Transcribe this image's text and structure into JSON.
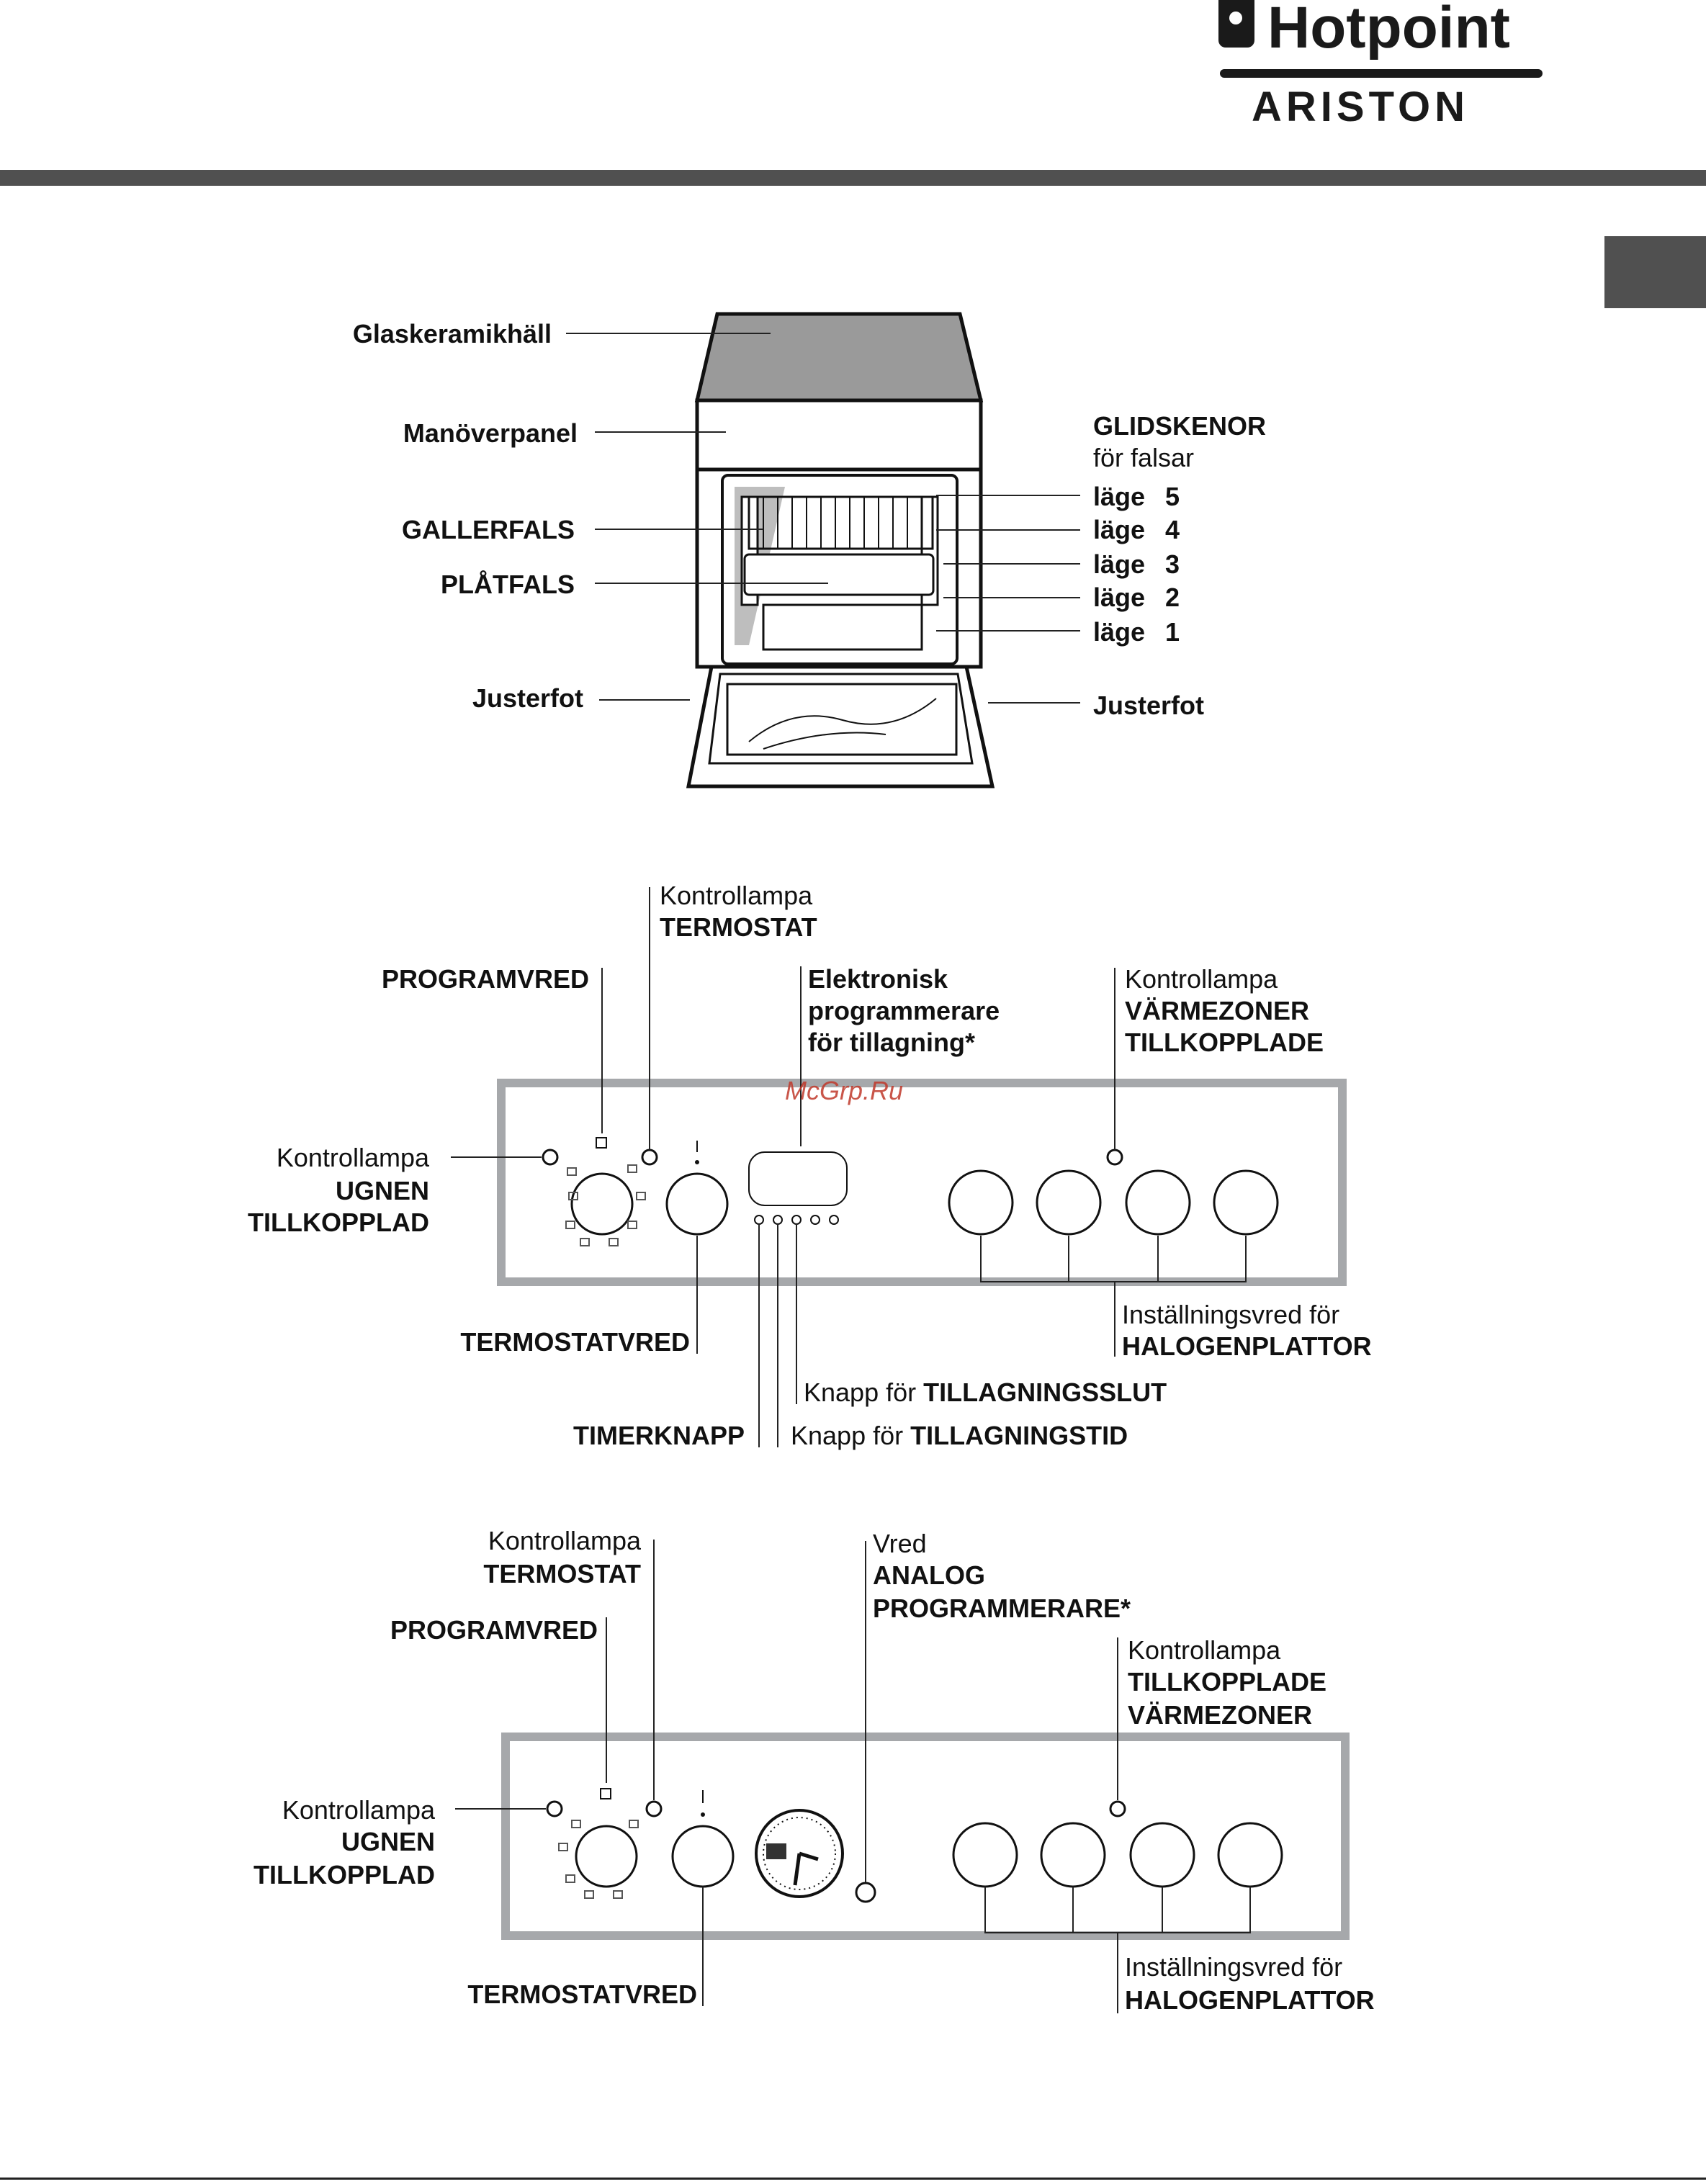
{
  "brand": {
    "name": "Hotpoint",
    "sub": "ARISTON"
  },
  "watermark": "McGrp.Ru",
  "colors": {
    "band": "#505050",
    "panel_border": "#a6a8ab",
    "oven_top": "#9a9a9a",
    "side_tab": "#505050"
  },
  "oven": {
    "glaskeramikhall": "Glaskeramikhäll",
    "manoverpanel": "Manöverpanel",
    "gallerfals": "GALLERFALS",
    "platfals": "PLÅTFALS",
    "justerfot_left": "Justerfot",
    "justerfot_right": "Justerfot",
    "glidskenor": "GLIDSKENOR",
    "for_falsar": "för falsar",
    "levels": [
      {
        "word": "läge",
        "num": "5"
      },
      {
        "word": "läge",
        "num": "4"
      },
      {
        "word": "läge",
        "num": "3"
      },
      {
        "word": "läge",
        "num": "2"
      },
      {
        "word": "läge",
        "num": "1"
      }
    ]
  },
  "panel1": {
    "kontroll_termostat": {
      "line1": "Kontrollampa",
      "line2": "TERMOSTAT"
    },
    "programvred": "PROGRAMVRED",
    "elektronisk": {
      "line1": "Elektronisk",
      "line2": "programmerare",
      "line3": "för tillagning*"
    },
    "kontroll_varmezoner": {
      "line1": "Kontrollampa",
      "line2": "VÄRMEZONER",
      "line3": "TILLKOPPLADE"
    },
    "kontroll_ugnen": {
      "line1": "Kontrollampa",
      "line2": "UGNEN",
      "line3": "TILLKOPPLAD"
    },
    "termostatvred": "TERMOSTATVRED",
    "installningsvred": {
      "line1": "Inställningsvred för",
      "line2": "HALOGENPLATTOR"
    },
    "knapp_slut": {
      "prefix": "Knapp för ",
      "bold": "TILLAGNINGSSLUT"
    },
    "timerknapp": "TIMERKNAPP",
    "knapp_tid": {
      "prefix": "Knapp för ",
      "bold": "TILLAGNINGSTID"
    }
  },
  "panel2": {
    "kontroll_termostat": {
      "line1": "Kontrollampa",
      "line2": "TERMOSTAT"
    },
    "programvred": "PROGRAMVRED",
    "vred": {
      "line1": "Vred",
      "line2": "ANALOG",
      "line3": "PROGRAMMERARE*"
    },
    "kontroll_varmezoner": {
      "line1": "Kontrollampa",
      "line2": "TILLKOPPLADE",
      "line3": "VÄRMEZONER"
    },
    "kontroll_ugnen": {
      "line1": "Kontrollampa",
      "line2": "UGNEN",
      "line3": "TILLKOPPLAD"
    },
    "termostatvred": "TERMOSTATVRED",
    "installningsvred": {
      "line1": "Inställningsvred för",
      "line2": "HALOGENPLATTOR"
    }
  },
  "icons": [
    "hotpoint-logo-icon",
    "oven-illustration",
    "control-panel-electronic",
    "control-panel-analog",
    "knob-icon",
    "indicator-lamp-icon",
    "clock-dial-icon"
  ]
}
